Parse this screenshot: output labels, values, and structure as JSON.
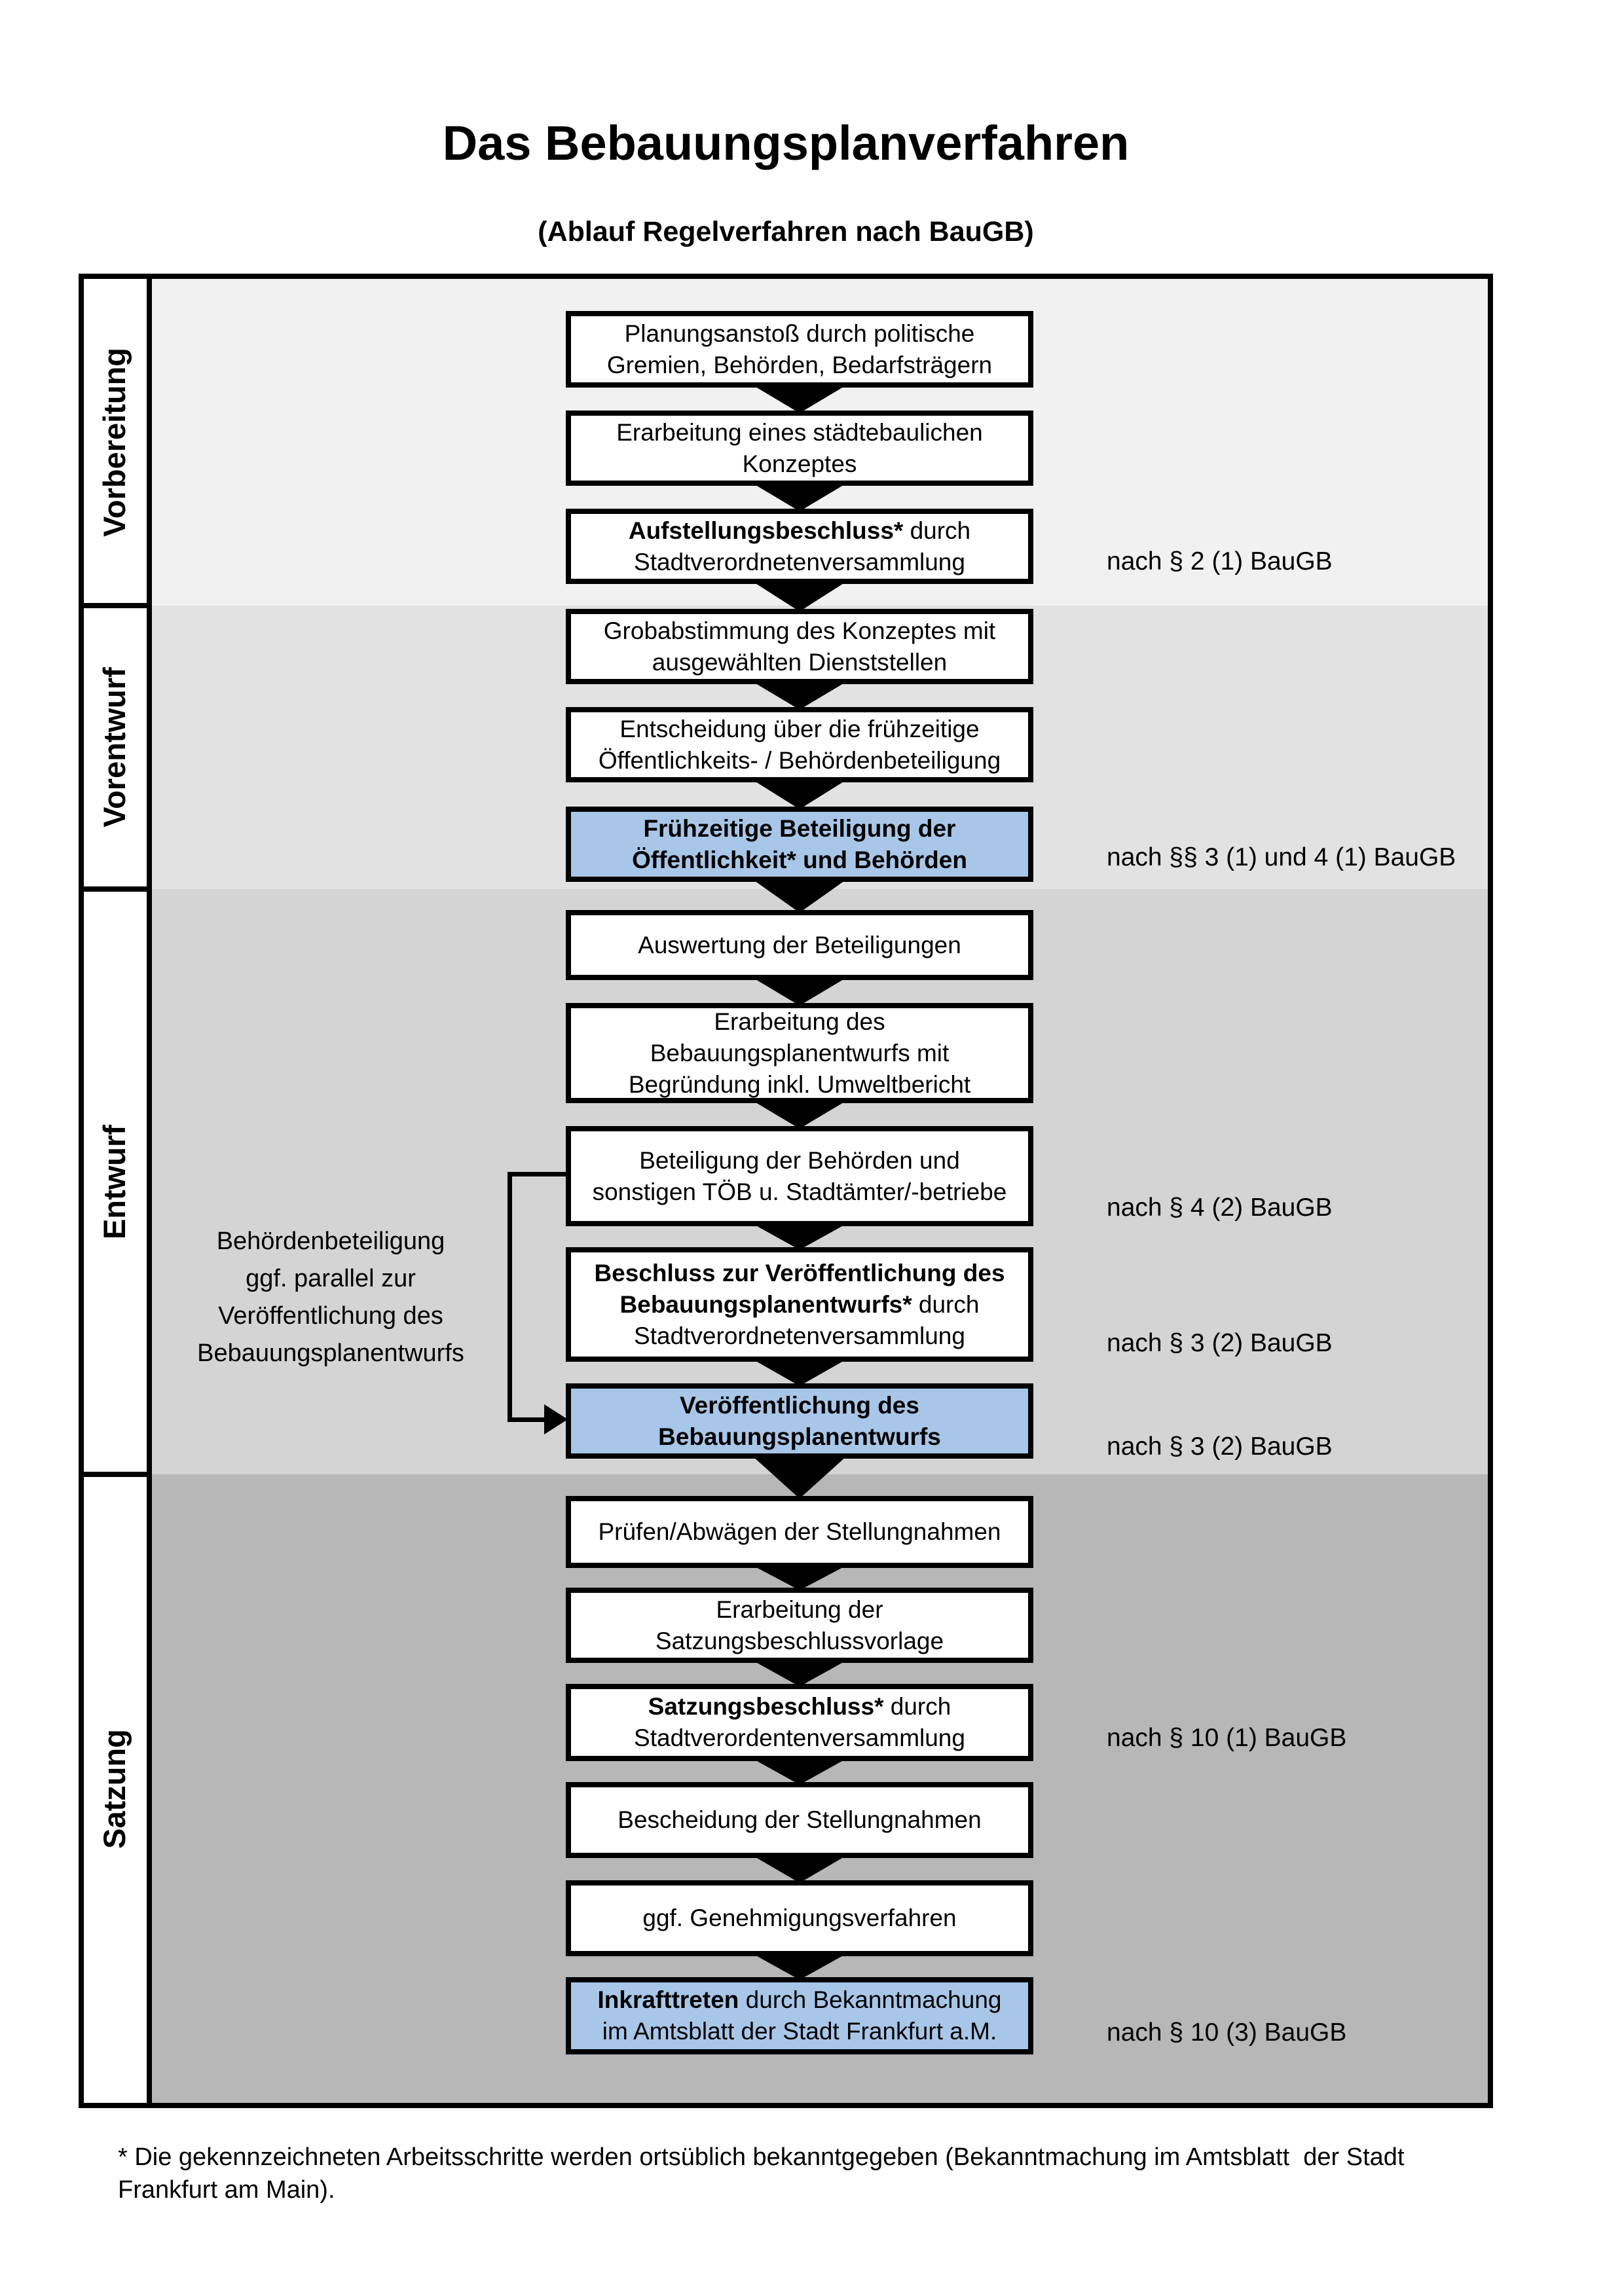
{
  "title": "Das Bebauungsplanverfahren",
  "subtitle": "(Ablauf Regelverfahren nach BauGB)",
  "colors": {
    "highlight_fill": "#a8c6e8",
    "line": "#000000",
    "phase_backgrounds": [
      "#f1f1f1",
      "#e2e2e2",
      "#d4d4d4",
      "#b7b7b7"
    ]
  },
  "phases": [
    {
      "label": "Vorbereitung",
      "bg": "#f1f1f1"
    },
    {
      "label": "Vorentwurf",
      "bg": "#e2e2e2"
    },
    {
      "label": "Entwurf",
      "bg": "#d4d4d4"
    },
    {
      "label": "Satzung",
      "bg": "#b7b7b7"
    }
  ],
  "boxes": [
    {
      "lines": [
        [
          {
            "t": "Planungsanstoß durch politische"
          }
        ],
        [
          {
            "t": "Gremien, Behörden, Bedarfsträgern"
          }
        ]
      ]
    },
    {
      "lines": [
        [
          {
            "t": "Erarbeitung eines städtebaulichen"
          }
        ],
        [
          {
            "t": "Konzeptes"
          }
        ]
      ]
    },
    {
      "lines": [
        [
          {
            "t": "Aufstellungsbeschluss*",
            "b": true
          },
          {
            "t": " durch"
          }
        ],
        [
          {
            "t": "Stadtverordnetenversammlung"
          }
        ]
      ],
      "note": "nach § 2 (1) BauGB"
    },
    {
      "lines": [
        [
          {
            "t": "Grobabstimmung des Konzeptes mit"
          }
        ],
        [
          {
            "t": "ausgewählten Dienststellen"
          }
        ]
      ]
    },
    {
      "lines": [
        [
          {
            "t": "Entscheidung über die frühzeitige"
          }
        ],
        [
          {
            "t": "Öffentlichkeits- / Behördenbeteiligung"
          }
        ]
      ]
    },
    {
      "highlight": true,
      "lines": [
        [
          {
            "t": "Frühzeitige Beteiligung der",
            "b": true
          }
        ],
        [
          {
            "t": "Öffentlichkeit* und Behörden",
            "b": true
          }
        ]
      ],
      "note": "nach §§ 3 (1) und 4 (1) BauGB"
    },
    {
      "lines": [
        [
          {
            "t": "Auswertung der Beteiligungen"
          }
        ]
      ]
    },
    {
      "lines": [
        [
          {
            "t": "Erarbeitung des"
          }
        ],
        [
          {
            "t": "Bebauungsplanentwurfs mit"
          }
        ],
        [
          {
            "t": "Begründung inkl. Umweltbericht"
          }
        ]
      ]
    },
    {
      "lines": [
        [
          {
            "t": "Beteiligung der Behörden und"
          }
        ],
        [
          {
            "t": "sonstigen TÖB u. Stadtämter/-betriebe"
          }
        ]
      ],
      "note": "nach § 4 (2) BauGB"
    },
    {
      "lines": [
        [
          {
            "t": "Beschluss zur Veröffentlichung des",
            "b": true
          }
        ],
        [
          {
            "t": "Bebauungsplanentwurfs*",
            "b": true
          },
          {
            "t": " durch"
          }
        ],
        [
          {
            "t": "Stadtverordnetenversammlung"
          }
        ]
      ],
      "note": "nach § 3 (2) BauGB"
    },
    {
      "highlight": true,
      "lines": [
        [
          {
            "t": "Veröffentlichung des",
            "b": true
          }
        ],
        [
          {
            "t": "Bebauungsplanentwurfs",
            "b": true
          }
        ]
      ],
      "note": "nach § 3 (2) BauGB"
    },
    {
      "lines": [
        [
          {
            "t": "Prüfen/Abwägen der Stellungnahmen"
          }
        ]
      ]
    },
    {
      "lines": [
        [
          {
            "t": "Erarbeitung der"
          }
        ],
        [
          {
            "t": "Satzungsbeschlussvorlage"
          }
        ]
      ]
    },
    {
      "lines": [
        [
          {
            "t": "Satzungsbeschluss*",
            "b": true
          },
          {
            "t": " durch"
          }
        ],
        [
          {
            "t": "Stadtverordentenversammlung"
          }
        ]
      ],
      "note": "nach § 10 (1) BauGB"
    },
    {
      "lines": [
        [
          {
            "t": "Bescheidung der Stellungnahmen"
          }
        ]
      ]
    },
    {
      "lines": [
        [
          {
            "t": "ggf. Genehmigungsverfahren"
          }
        ]
      ]
    },
    {
      "highlight": true,
      "lines": [
        [
          {
            "t": "Inkrafttreten",
            "b": true
          },
          {
            "t": " durch Bekanntmachung"
          }
        ],
        [
          {
            "t": "im Amtsblatt der Stadt Frankfurt a.M."
          }
        ]
      ],
      "note": "nach § 10 (3) BauGB"
    }
  ],
  "side_note": {
    "lines": [
      "Behördenbeteiligung",
      "ggf. parallel zur",
      "Veröffentlichung des",
      "Bebauungsplanentwurfs"
    ]
  },
  "footnote": "* Die gekennzeichneten Arbeitsschritte werden ortsüblich bekanntgegeben (Bekanntmachung im Amtsblatt  der Stadt\nFrankfurt am Main)."
}
